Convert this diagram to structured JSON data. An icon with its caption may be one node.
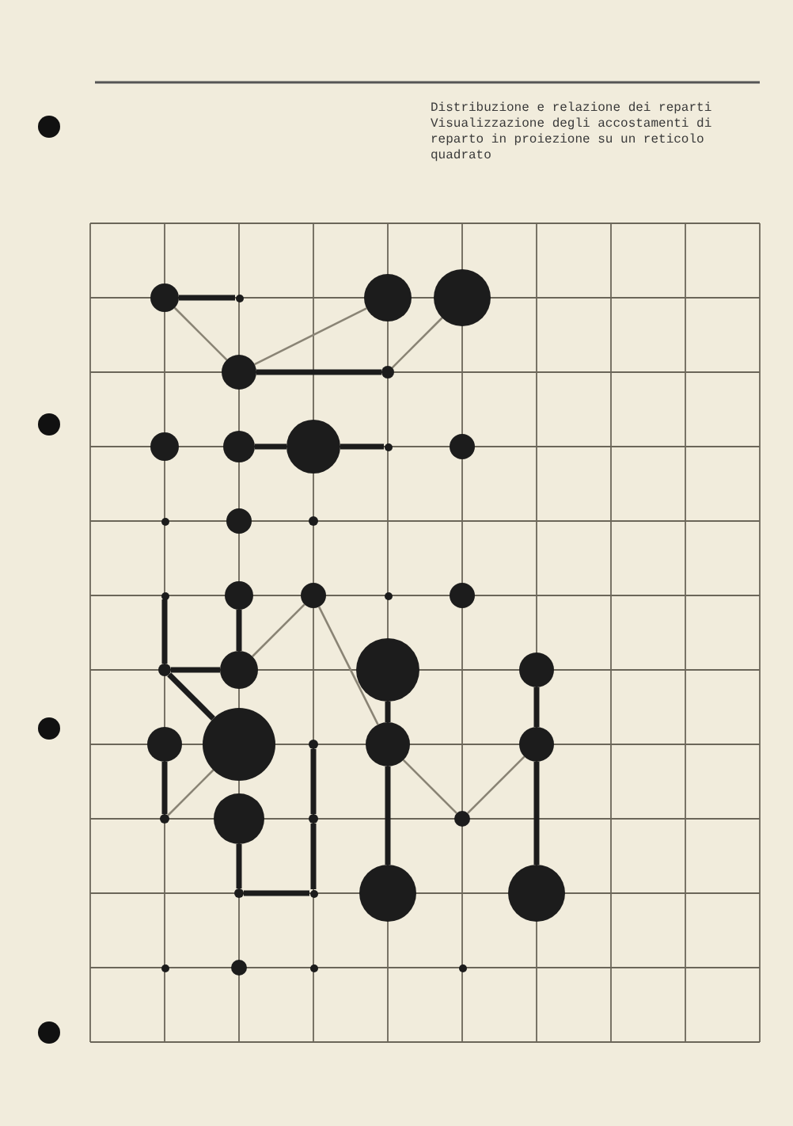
{
  "diagram": {
    "nodes": [
      {
        "text": [],
        "shape": "circle"
      },
      {
        "text": [],
        "shape": "circle"
      },
      {
        "text": [],
        "shape": "circle"
      },
      {
        "text": [],
        "shape": "circle"
      },
      {
        "text": [],
        "shape": "circle"
      },
      {
        "text": [],
        "shape": "circle"
      },
      {
        "text": [],
        "shape": "circle"
      },
      {
        "text": [],
        "shape": "circle"
      },
      {
        "text": [],
        "shape": "circle"
      },
      {
        "text": [],
        "shape": "circle"
      },
      {
        "text": [],
        "shape": "circle"
      },
      {
        "text": [],
        "shape": "circle"
      },
      {
        "text": [],
        "shape": "circle"
      },
      {
        "text": [],
        "shape": "circle"
      },
      {
        "text": [],
        "shape": "circle"
      },
      {
        "text": [],
        "shape": "circle"
      },
      {
        "text": [],
        "shape": "circle"
      },
      {
        "text": [],
        "shape": "circle"
      },
      {
        "text": [],
        "shape": "circle"
      },
      {
        "text": [],
        "shape": "circle"
      },
      {
        "text": [],
        "shape": "circle"
      },
      {
        "text": [],
        "shape": "circle"
      },
      {
        "text": [],
        "shape": "circle"
      },
      {
        "text": [],
        "shape": "circle"
      },
      {
        "text": [],
        "shape": "circle"
      },
      {
        "text": [],
        "shape": "circle"
      },
      {
        "text": [],
        "shape": "circle"
      },
      {
        "text": [],
        "shape": "circle"
      },
      {
        "text": [],
        "shape": "circle"
      },
      {
        "text": [],
        "shape": "circle"
      },
      {
        "text": [],
        "shape": "circle"
      },
      {
        "text": [],
        "shape": "circle"
      },
      {
        "text": [],
        "shape": "circle"
      },
      {
        "text": [],
        "shape": "circle"
      },
      {
        "text": [],
        "shape": "circle"
      },
      {
        "text": [],
        "shape": "circle"
      },
      {
        "text": [],
        "shape": "circle"
      },
      {
        "text": [],
        "shape": "circle"
      },
      {
        "text": [],
        "shape": "circle"
      },
      {
        "text": [],
        "shape": "circle"
      }
    ],
    "edges": [
      {
        "from": 0,
        "to": 1,
        "arrow": "none"
      },
      {
        "from": 0,
        "to": 4,
        "arrow": "none",
        "color": "#8a8475"
      },
      {
        "from": 4,
        "to": 2,
        "arrow": "none",
        "color": "#8a8475"
      },
      {
        "from": 4,
        "to": 5,
        "arrow": "none"
      },
      {
        "from": 5,
        "to": 3,
        "arrow": "none",
        "color": "#8a8475"
      },
      {
        "from": 7,
        "to": 8,
        "arrow": "none"
      },
      {
        "from": 8,
        "to": 9,
        "arrow": "none"
      },
      {
        "from": 14,
        "to": 19,
        "arrow": "none"
      },
      {
        "from": 15,
        "to": 20,
        "arrow": "none"
      },
      {
        "from": 16,
        "to": 20,
        "arrow": "none",
        "color": "#8a8475"
      },
      {
        "from": 16,
        "to": 26,
        "arrow": "none",
        "color": "#8a8475"
      },
      {
        "from": 19,
        "to": 20,
        "arrow": "none"
      },
      {
        "from": 19,
        "to": 24,
        "arrow": "none"
      },
      {
        "from": 21,
        "to": 26,
        "arrow": "none"
      },
      {
        "from": 22,
        "to": 27,
        "arrow": "none"
      },
      {
        "from": 23,
        "to": 28,
        "arrow": "none"
      },
      {
        "from": 28,
        "to": 24,
        "arrow": "none",
        "color": "#8a8475"
      },
      {
        "from": 29,
        "to": 32,
        "arrow": "none"
      },
      {
        "from": 25,
        "to": 30,
        "arrow": "none"
      },
      {
        "from": 30,
        "to": 33,
        "arrow": "none"
      },
      {
        "from": 26,
        "to": 31,
        "arrow": "none",
        "color": "#8a8475"
      },
      {
        "from": 31,
        "to": 27,
        "arrow": "none",
        "color": "#8a8475"
      },
      {
        "from": 26,
        "to": 34,
        "arrow": "none"
      },
      {
        "from": 27,
        "to": 35,
        "arrow": "none"
      },
      {
        "from": 32,
        "to": 33,
        "arrow": "none"
      }
    ],
    "labels": [
      "Distribuzione e relazione dei reparti",
      "Visualizzazione degli accostamenti di reparto in proiezione su un reticolo quadrato"
    ]
  }
}
